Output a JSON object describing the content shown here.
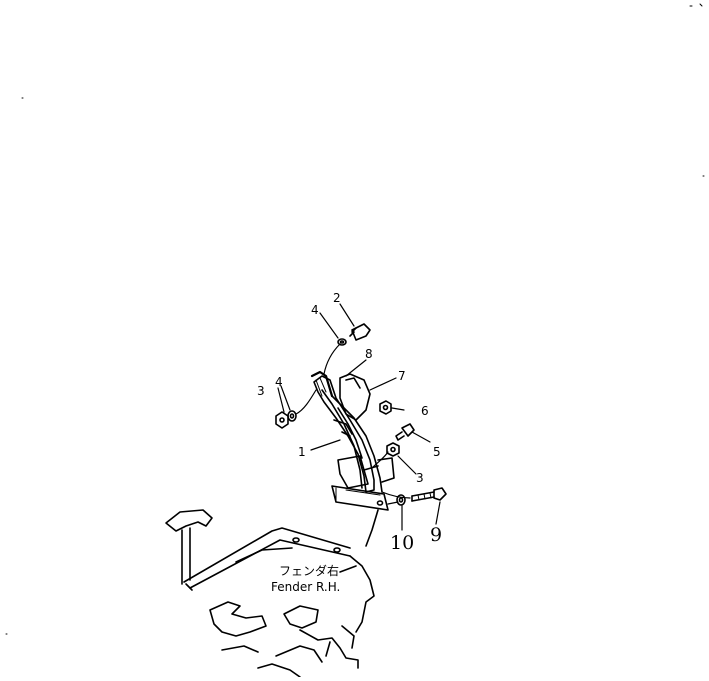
{
  "callouts": {
    "c1": "1",
    "c2": "2",
    "c3a": "3",
    "c3b": "3",
    "c4a": "4",
    "c4b": "4",
    "c5": "5",
    "c6": "6",
    "c7": "7",
    "c8": "8",
    "c9": "9",
    "c10": "10"
  },
  "fender": {
    "label_jp": "フェンダ右",
    "label_en": "Fender R.H."
  },
  "colors": {
    "ink": "#000000",
    "paper": "#ffffff"
  }
}
